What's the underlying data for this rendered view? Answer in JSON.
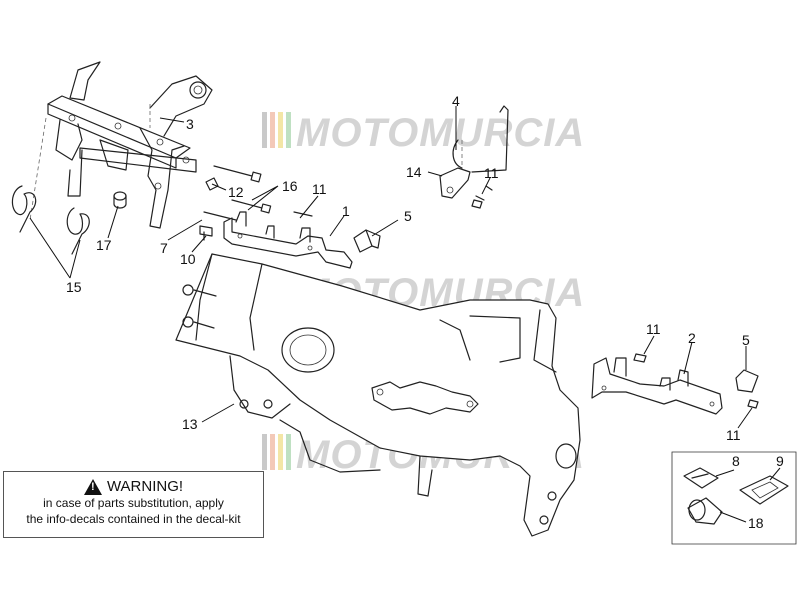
{
  "watermark": {
    "text": "MOTOMURCIA",
    "stripe_colors": [
      "#c9c9c9",
      "#f3c9b8",
      "#f3e6a6",
      "#bfe0c2"
    ]
  },
  "callouts": [
    "1",
    "2",
    "3",
    "4",
    "5",
    "5",
    "7",
    "8",
    "9",
    "10",
    "11",
    "11",
    "11",
    "11",
    "12",
    "13",
    "14",
    "15",
    "16",
    "17",
    "18"
  ],
  "warning": {
    "title": "WARNING!",
    "line1": "in case of parts substitution, apply",
    "line2": "the info-decals contained in the decal-kit"
  }
}
